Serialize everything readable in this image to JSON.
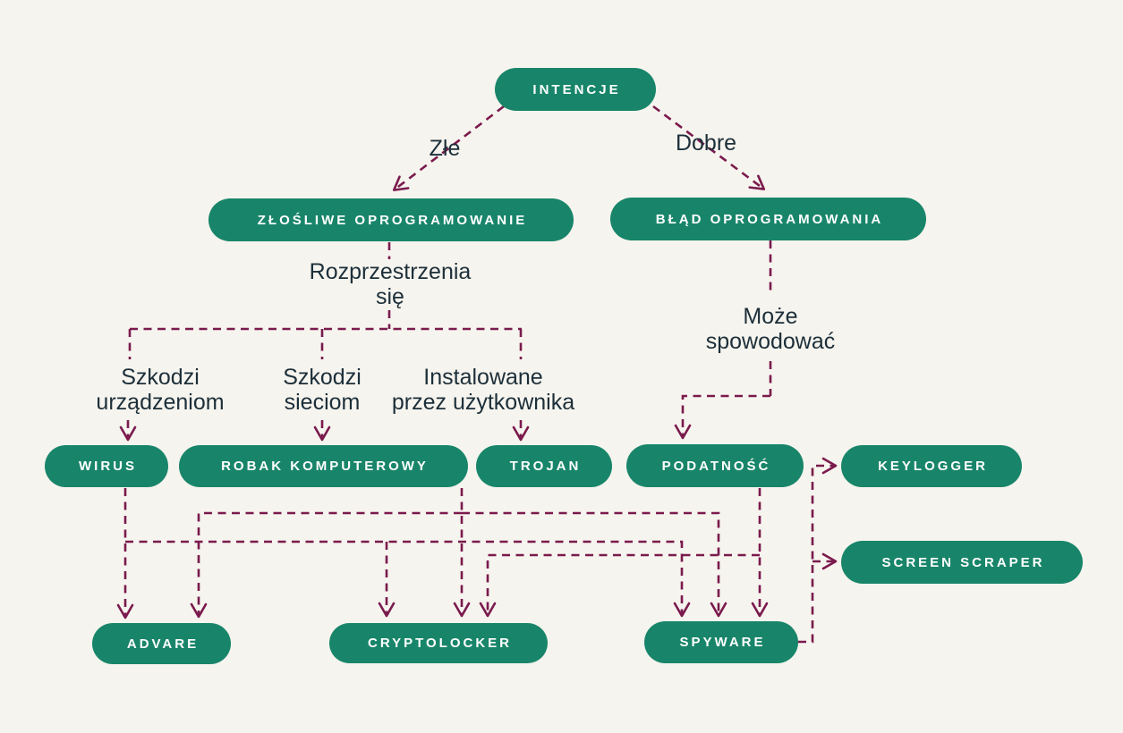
{
  "palette": {
    "background": "#F6F4EE",
    "node_fill": "#18856A",
    "node_text": "#FFFFFF",
    "edge_color": "#7A1A4D",
    "label_text": "#1C2F3A"
  },
  "nodes": [
    {
      "id": "intencje",
      "label": "INTENCJE"
    },
    {
      "id": "zlosliwe-oprogramowanie",
      "label": "ZŁOŚLIWE OPROGRAMOWANIE"
    },
    {
      "id": "blad-oprogramowania",
      "label": "BŁĄD OPROGRAMOWANIA"
    },
    {
      "id": "wirus",
      "label": "WIRUS"
    },
    {
      "id": "robak-komputerowy",
      "label": "ROBAK KOMPUTEROWY"
    },
    {
      "id": "trojan",
      "label": "TROJAN"
    },
    {
      "id": "podatnosc",
      "label": "PODATNOŚĆ"
    },
    {
      "id": "keylogger",
      "label": "KEYLOGGER"
    },
    {
      "id": "screen-scraper",
      "label": "SCREEN SCRAPER"
    },
    {
      "id": "advare",
      "label": "ADVARE"
    },
    {
      "id": "cryptolocker",
      "label": "CRYPTOLOCKER"
    },
    {
      "id": "spyware",
      "label": "SPYWARE"
    }
  ],
  "edge_labels": [
    {
      "id": "zle",
      "text": "Złe"
    },
    {
      "id": "dobre",
      "text": "Dobre"
    },
    {
      "id": "rozprzestrzenia-sie",
      "text": "Rozprzestrzenia\nsię"
    },
    {
      "id": "szkodzi-urzadzeniom",
      "text": "Szkodzi\nurządzeniom"
    },
    {
      "id": "szkodzi-sieciom",
      "text": "Szkodzi\nsieciom"
    },
    {
      "id": "instalowane",
      "text": "Instalowane\nprzez użytkownika"
    },
    {
      "id": "moze-spowodowac",
      "text": "Może\nspowodować"
    }
  ],
  "edges": [
    {
      "from": "INTENCJE",
      "to": "ZŁOŚLIWE OPROGRAMOWANIE",
      "label": "Złe"
    },
    {
      "from": "INTENCJE",
      "to": "BŁĄD OPROGRAMOWANIA",
      "label": "Dobre"
    },
    {
      "from": "ZŁOŚLIWE OPROGRAMOWANIE",
      "to": "WIRUS",
      "label": "Rozprzestrzenia się / Szkodzi urządzeniom"
    },
    {
      "from": "ZŁOŚLIWE OPROGRAMOWANIE",
      "to": "ROBAK KOMPUTEROWY",
      "label": "Rozprzestrzenia się / Szkodzi sieciom"
    },
    {
      "from": "ZŁOŚLIWE OPROGRAMOWANIE",
      "to": "TROJAN",
      "label": "Rozprzestrzenia się / Instalowane przez użytkownika"
    },
    {
      "from": "BŁĄD OPROGRAMOWANIA",
      "to": "PODATNOŚĆ",
      "label": "Może spowodować"
    },
    {
      "from": "WIRUS",
      "to": "ADVARE",
      "label": ""
    },
    {
      "from": "WIRUS",
      "to": "CRYPTOLOCKER",
      "label": ""
    },
    {
      "from": "WIRUS",
      "to": "SPYWARE",
      "label": ""
    },
    {
      "from": "ROBAK KOMPUTEROWY",
      "to": "ADVARE",
      "label": ""
    },
    {
      "from": "ROBAK KOMPUTEROWY",
      "to": "CRYPTOLOCKER",
      "label": ""
    },
    {
      "from": "ROBAK KOMPUTEROWY",
      "to": "SPYWARE",
      "label": ""
    },
    {
      "from": "PODATNOŚĆ",
      "to": "CRYPTOLOCKER",
      "label": ""
    },
    {
      "from": "PODATNOŚĆ",
      "to": "SPYWARE",
      "label": ""
    },
    {
      "from": "SPYWARE",
      "to": "KEYLOGGER",
      "label": ""
    },
    {
      "from": "SPYWARE",
      "to": "SCREEN SCRAPER",
      "label": ""
    }
  ]
}
